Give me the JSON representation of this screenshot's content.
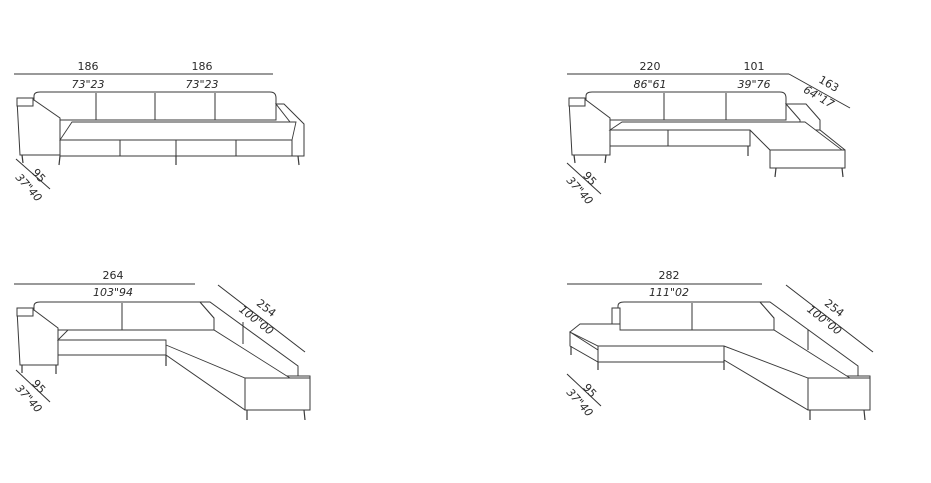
{
  "configurations": [
    {
      "width_labels": [
        {
          "cm": "186",
          "in": "73\"23"
        },
        {
          "cm": "186",
          "in": "73\"23"
        }
      ],
      "depth_labels": {
        "cm": "95",
        "in": "37\"40"
      }
    },
    {
      "width_labels": [
        {
          "cm": "220",
          "in": "86\"61"
        },
        {
          "cm": "101",
          "in": "39\"76"
        }
      ],
      "side_label": {
        "cm": "163",
        "in": "64\"17"
      },
      "depth_labels": {
        "cm": "95",
        "in": "37\"40"
      }
    },
    {
      "width_labels": [
        {
          "cm": "264",
          "in": "103\"94"
        }
      ],
      "side_label": {
        "cm": "254",
        "in": "100\"00"
      },
      "depth_labels": {
        "cm": "95",
        "in": "37\"40"
      }
    },
    {
      "width_labels": [
        {
          "cm": "282",
          "in": "111\"02"
        }
      ],
      "side_label": {
        "cm": "254",
        "in": "100\"00"
      },
      "depth_labels": {
        "cm": "95",
        "in": "37\"40"
      }
    }
  ]
}
